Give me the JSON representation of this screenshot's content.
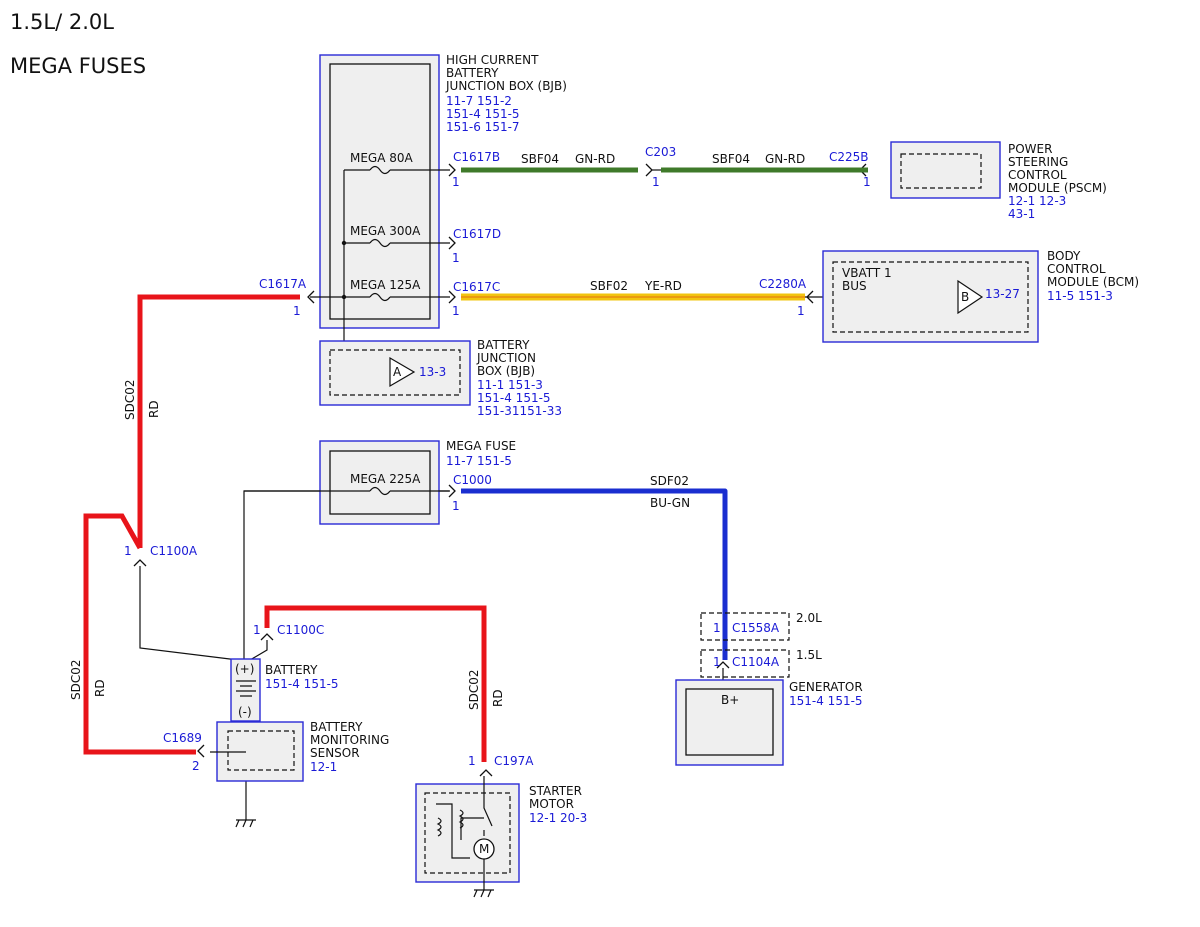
{
  "header": {
    "engine": "1.5L/ 2.0L",
    "title": "MEGA FUSES"
  },
  "colors": {
    "red": "#e8141a",
    "green": "#3f7a2a",
    "yellow": "#f2c40f",
    "orange": "#e88b10",
    "blue": "#1a2ed0",
    "link": "#1a1ad6"
  },
  "bjb": {
    "label": [
      "HIGH CURRENT",
      "BATTERY",
      "JUNCTION BOX (BJB)"
    ],
    "refs": [
      "11-7   151-2",
      "151-4 151-5",
      "151-6 151-7"
    ],
    "fuse80": "MEGA  80A",
    "fuse300": "MEGA  300A",
    "fuse125": "MEGA  125A"
  },
  "connectors": {
    "c1617b": "C1617B",
    "c1617d": "C1617D",
    "c1617c": "C1617C",
    "c1617a": "C1617A",
    "c203": "C203",
    "c225b": "C225B",
    "c2280a": "C2280A",
    "c1000": "C1000",
    "c1100a": "C1100A",
    "c1100c": "C1100C",
    "c1689": "C1689",
    "c197a": "C197A",
    "c1558a": "C1558A",
    "c1104a": "C1104A"
  },
  "pins": {
    "one": "1",
    "two": "2"
  },
  "wires": {
    "sbf04": "SBF04",
    "gnrd": "GN-RD",
    "sbf02": "SBF02",
    "yerd": "YE-RD",
    "sdf02": "SDF02",
    "bugn": "BU-GN",
    "sdc02": "SDC02",
    "rd": "RD"
  },
  "pscm": {
    "label": [
      "POWER",
      "STEERING",
      "CONTROL",
      "MODULE (PSCM)"
    ],
    "refs": [
      "12-1   12-3",
      "43-1"
    ]
  },
  "bcm": {
    "label": [
      "BODY",
      "CONTROL",
      "MODULE (BCM)"
    ],
    "refs": [
      "11-5   151-3"
    ],
    "vbatt": "VBATT 1",
    "bus": "BUS",
    "tri": "B",
    "triref": "13-27"
  },
  "bjb2": {
    "label": [
      "BATTERY",
      "JUNCTION",
      "BOX (BJB)"
    ],
    "refs": [
      "11-1   151-3",
      "151-4 151-5",
      "151-31151-33"
    ],
    "tri": "A",
    "triref": "13-3"
  },
  "megafuse": {
    "label": "MEGA FUSE",
    "refs": "11-7   151-5",
    "fuse": "MEGA  225A"
  },
  "battery": {
    "label": "BATTERY",
    "refs": "151-4 151-5",
    "plus": "(+)",
    "minus": "(-)"
  },
  "bms": {
    "label": [
      "BATTERY",
      "MONITORING",
      "SENSOR"
    ],
    "refs": "12-1"
  },
  "starter": {
    "label": [
      "STARTER",
      "MOTOR"
    ],
    "refs": "12-1   20-3",
    "motor": "M"
  },
  "generator": {
    "label": "GENERATOR",
    "refs": "151-4 151-5",
    "bplus": "B+"
  },
  "variants": {
    "v20": "2.0L",
    "v15": "1.5L"
  }
}
